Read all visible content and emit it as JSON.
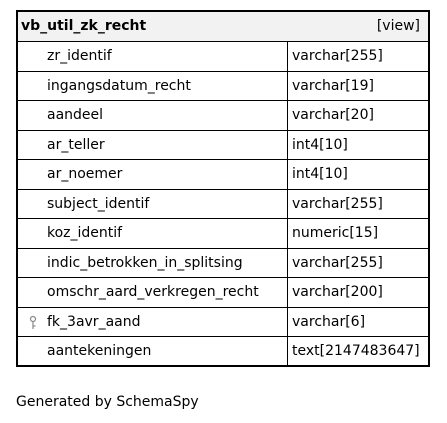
{
  "table": {
    "name": "vb_util_zk_recht",
    "type": "[view]",
    "columns": [
      {
        "name": "zr_identif",
        "type": "varchar[255]",
        "key": false
      },
      {
        "name": "ingangsdatum_recht",
        "type": "varchar[19]",
        "key": false
      },
      {
        "name": "aandeel",
        "type": "varchar[20]",
        "key": false
      },
      {
        "name": "ar_teller",
        "type": "int4[10]",
        "key": false
      },
      {
        "name": "ar_noemer",
        "type": "int4[10]",
        "key": false
      },
      {
        "name": "subject_identif",
        "type": "varchar[255]",
        "key": false
      },
      {
        "name": "koz_identif",
        "type": "numeric[15]",
        "key": false
      },
      {
        "name": "indic_betrokken_in_splitsing",
        "type": "varchar[255]",
        "key": false
      },
      {
        "name": "omschr_aard_verkregen_recht",
        "type": "varchar[200]",
        "key": false
      },
      {
        "name": "fk_3avr_aand",
        "type": "varchar[6]",
        "key": true,
        "icon": "key-icon"
      },
      {
        "name": "aantekeningen",
        "type": "text[2147483647]",
        "key": false
      }
    ]
  },
  "footer": "Generated by SchemaSpy"
}
